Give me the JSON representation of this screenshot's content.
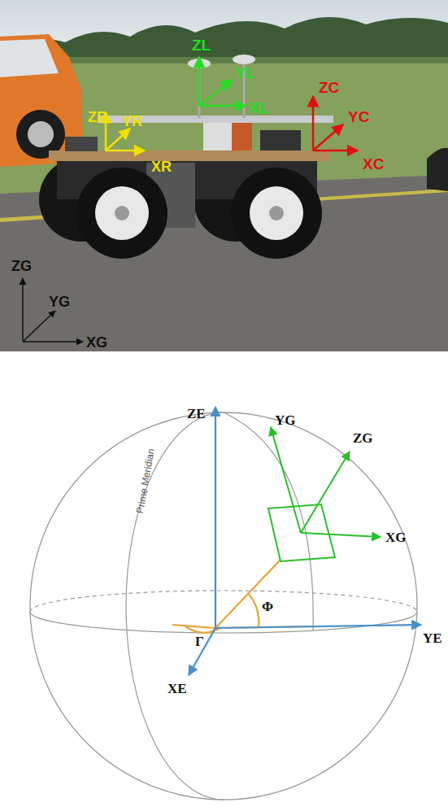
{
  "diagram": {
    "labels": [
      "ZL",
      "YL",
      "XL",
      "ZR",
      "YR",
      "XR",
      "ZC",
      "YC",
      "XC",
      "ZG",
      "YG",
      "XG",
      "ZE",
      "YG",
      "ZG",
      "XG",
      "Prime Meridian",
      "Φ",
      "YE",
      "XE",
      "Γ"
    ]
  }
}
